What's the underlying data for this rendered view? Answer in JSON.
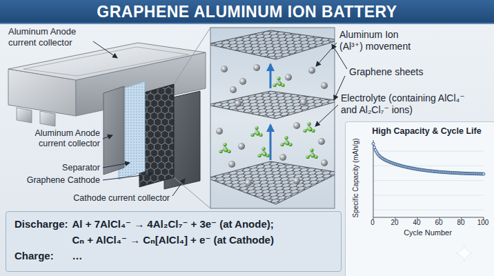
{
  "diagram": {
    "title": "GRAPHENE ALUMINUM ION BATTERY",
    "nodes": [
      {
        "text": [
          "Discharge:",
          "Al + 7AlCl₄⁻ → 4Al₂Cl₇⁻ + 3e⁻ (at Anode);",
          "Cₙ + AlCl₄⁻ → Cₙ[AlCl₄] + e⁻ (at Cathode)",
          "Charge:",
          "…"
        ]
      },
      {
        "text": [
          "High Capacity & Cycle Life"
        ]
      }
    ],
    "labels": [
      "Aluminum Anode current collector",
      "Aluminum Anode current collector",
      "Separator",
      "Graphene Cathode",
      "Cathode current collector",
      "Aluminum Ion (Al³⁺) movement",
      "Graphene sheets",
      "Electrolyte (containing AlCl₄⁻ and Al₂Cl₇⁻ ions)",
      "Specific Capacity (mAh/g)",
      "Cycle Number",
      "0",
      "20",
      "40",
      "60",
      "80",
      "100"
    ]
  }
}
